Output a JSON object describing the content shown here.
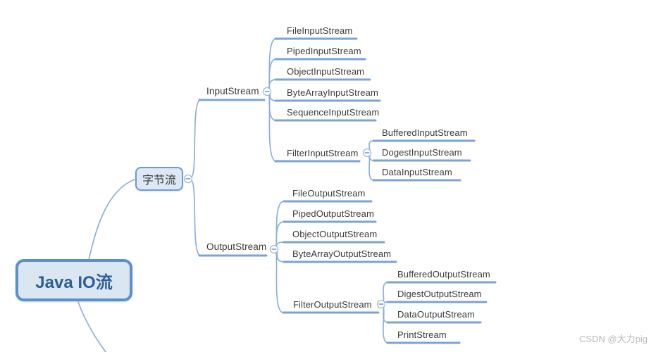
{
  "mindmap": {
    "root": {
      "label": "Java IO流"
    },
    "children": [
      {
        "label": "字节流",
        "children": [
          {
            "label": "InputStream",
            "children": [
              {
                "label": "FileInputStream"
              },
              {
                "label": "PipedInputStream"
              },
              {
                "label": "ObjectInputStream"
              },
              {
                "label": "ByteArrayInputStream"
              },
              {
                "label": "SequenceInputStream"
              },
              {
                "label": "FilterInputStream",
                "children": [
                  {
                    "label": "BufferedInputStream"
                  },
                  {
                    "label": "DogestInputStream"
                  },
                  {
                    "label": "DataInputStream"
                  }
                ]
              }
            ]
          },
          {
            "label": "OutputStream",
            "children": [
              {
                "label": "FileOutputStream"
              },
              {
                "label": "PipedOutputStream"
              },
              {
                "label": "ObjectOutputStream"
              },
              {
                "label": "ByteArrayOutputStream"
              },
              {
                "label": "FilterOutputStream",
                "children": [
                  {
                    "label": "BufferedOutputStream"
                  },
                  {
                    "label": "DigestOutputStream"
                  },
                  {
                    "label": "DataOutputStream"
                  },
                  {
                    "label": "PrintStream"
                  }
                ]
              }
            ]
          }
        ]
      }
    ]
  },
  "collapse_toggle_glyph": "−",
  "watermark": "CSDN @大力pig",
  "colors": {
    "branch_underline": "#7ba3d6",
    "branch_curve": "#8fafd9",
    "root_border": "#5c90ca",
    "root_fill": "#dbe6f3",
    "root_text": "#2e5f96",
    "node_fill": "#dde8f4",
    "node_border": "#6f9bd1",
    "label_text": "#3b3b3b",
    "watermark_text": "#b9b9b9"
  }
}
